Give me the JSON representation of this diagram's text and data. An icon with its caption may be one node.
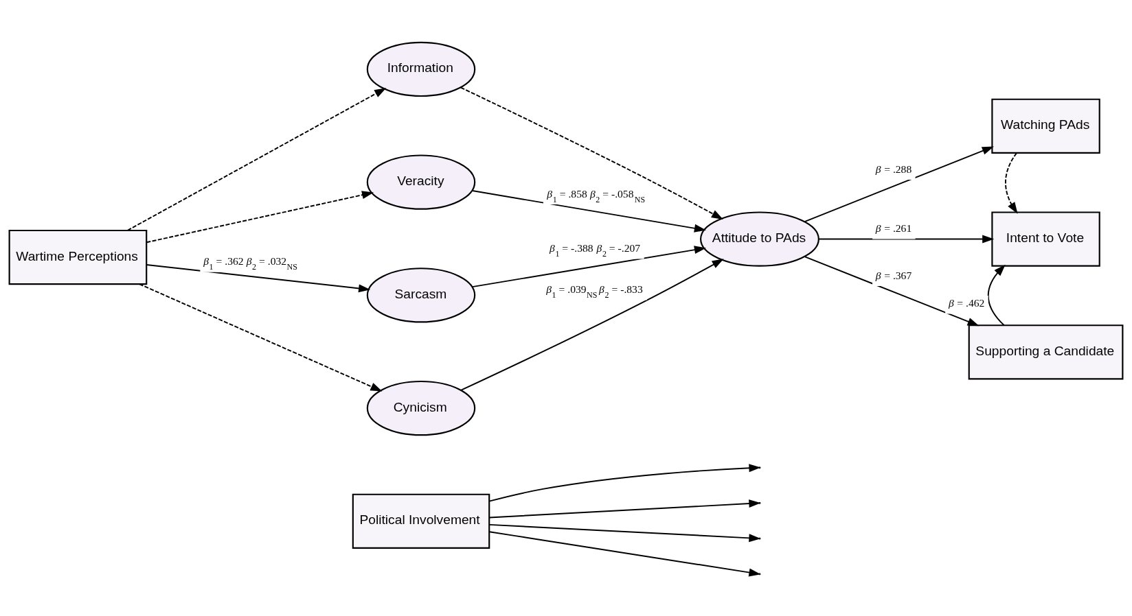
{
  "diagram": {
    "nodes": [
      {
        "text": [
          "Wartime Perceptions"
        ]
      },
      {
        "text": [
          "Information"
        ]
      },
      {
        "text": [
          "Veracity"
        ]
      },
      {
        "text": [
          "Sarcasm"
        ]
      },
      {
        "text": [
          "Cynicism"
        ]
      },
      {
        "text": [
          "Political Involvement"
        ]
      },
      {
        "text": [
          "Attitude to PAds"
        ]
      },
      {
        "text": [
          "Watching PAds"
        ]
      },
      {
        "text": [
          "Intent to Vote"
        ]
      },
      {
        "text": [
          "Supporting a Candidate"
        ]
      }
    ],
    "edges": [
      {
        "from": 0,
        "to": 1,
        "arrow": "to",
        "style": "dashed"
      },
      {
        "from": 0,
        "to": 2,
        "arrow": "to",
        "style": "dashed"
      },
      {
        "from": 0,
        "to": 3,
        "arrow": "to",
        "label": "*β*$_{1}$ = .362 *β*$_{2}$ = .032$_{NS}$"
      },
      {
        "from": 0,
        "to": 4,
        "arrow": "to",
        "style": "dashed"
      },
      {
        "from": 1,
        "to": 6,
        "arrow": "to",
        "style": "dashed"
      },
      {
        "from": 2,
        "to": 6,
        "arrow": "to",
        "label": "*β*$_{1}$ = .858 *β*$_{2}$ = -.058$_{NS}$"
      },
      {
        "from": 3,
        "to": 6,
        "arrow": "to",
        "label": "*β*$_{1}$ = -.388 *β*$_{2}$ = -.207"
      },
      {
        "from": 4,
        "to": 6,
        "arrow": "to",
        "label": "*β*$_{1}$ = .039$_{NS}$ *β*$_{2}$ = -.833"
      },
      {
        "from": 5,
        "to": null,
        "arrow": "to"
      },
      {
        "from": 5,
        "to": null,
        "arrow": "to"
      },
      {
        "from": 5,
        "to": null,
        "arrow": "to"
      },
      {
        "from": 5,
        "to": null,
        "arrow": "to"
      },
      {
        "from": 6,
        "to": 7,
        "arrow": "to",
        "label": "*β* = .288"
      },
      {
        "from": 6,
        "to": 8,
        "arrow": "to",
        "label": "*β* = .261"
      },
      {
        "from": 6,
        "to": 9,
        "arrow": "to",
        "label": "*β* = .367"
      },
      {
        "from": 7,
        "to": 8,
        "arrow": "to",
        "style": "dashed"
      },
      {
        "from": 9,
        "to": 8,
        "arrow": "to",
        "label": "*β* = .462"
      }
    ]
  }
}
